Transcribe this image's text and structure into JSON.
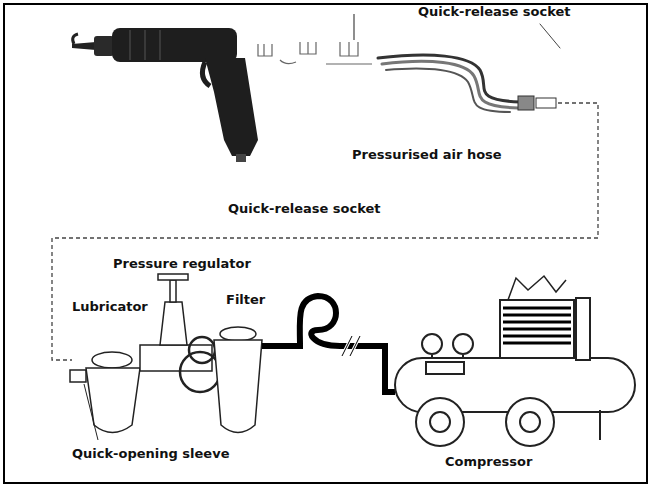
{
  "diagram": {
    "labels": [
      "Quick-release socket",
      "Pressurised air hose",
      "Quick-release socket",
      "Pressure regulator",
      "Lubricator",
      "Filter",
      "Quick-opening sleeve",
      "Compressor"
    ]
  }
}
